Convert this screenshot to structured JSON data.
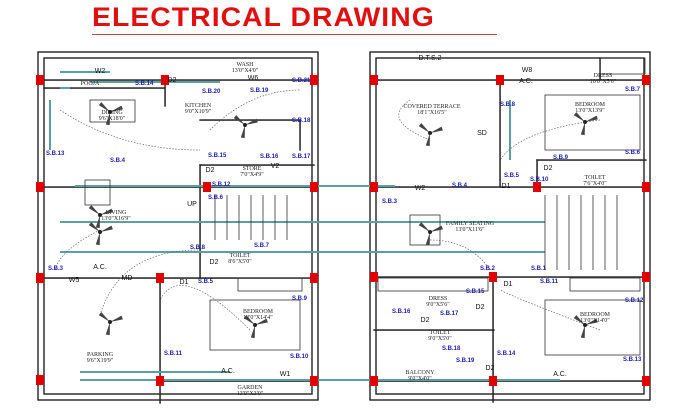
{
  "title": "ELECTRICAL DRAWING",
  "colors": {
    "title": "#e01010",
    "column": "#e00000",
    "switchboard": "#2020b0",
    "wall": "#222222",
    "window": "#5aa0a0",
    "wiring": "#555555"
  },
  "ground_floor": {
    "rooms": [
      {
        "name": "WASH",
        "size": "13'0\"X4'0\""
      },
      {
        "name": "POOJA",
        "size": ""
      },
      {
        "name": "DINING",
        "size": "9'6\"X18'0\""
      },
      {
        "name": "KITCHEN",
        "size": "9'0\"X10'9\""
      },
      {
        "name": "STORE",
        "size": "7'0\"X4'9\""
      },
      {
        "name": "LIVING",
        "size": "13'0\"X16'9\""
      },
      {
        "name": "TOILET",
        "size": "8'6\"X5'0\""
      },
      {
        "name": "BEDROOM",
        "size": "12'0\"X14'4\""
      },
      {
        "name": "PARKING",
        "size": "9'6\"X19'9\""
      },
      {
        "name": "GARDEN",
        "size": "13'0\"X3'0\""
      }
    ],
    "tags": [
      "W2",
      "D2",
      "W6",
      "D2",
      "D2",
      "D1",
      "MD",
      "W5",
      "A.C.",
      "A.C.",
      "W1",
      "UP",
      "V2"
    ],
    "switchboards": [
      "S.B.14",
      "S.B.20",
      "S.B.19",
      "S.B.21",
      "S.B.18",
      "S.B.13",
      "S.B.4",
      "S.B.15",
      "S.B.16",
      "S.B.17",
      "S.B.12",
      "S.B.6",
      "S.B.8",
      "S.B.7",
      "S.B.5",
      "S.B.9",
      "S.B.11",
      "S.B.10",
      "S.B.3"
    ]
  },
  "first_floor": {
    "rooms": [
      {
        "name": "COVERED TERRACE",
        "size": "18'1\"X16'5\""
      },
      {
        "name": "DRESS",
        "size": "10'0\"X5'6\""
      },
      {
        "name": "BEDROOM",
        "size": "13'0\"X13'9\""
      },
      {
        "name": "TOILET",
        "size": "7'6\"X4'0\""
      },
      {
        "name": "FAMILY SEATING",
        "size": "13'0\"X11'6\""
      },
      {
        "name": "DRESS",
        "size": "9'0\"X5'6\""
      },
      {
        "name": "TOILET",
        "size": "9'0\"X5'0\""
      },
      {
        "name": "BALCONY",
        "size": "9'0\"X4'0\""
      },
      {
        "name": "BEDROOM",
        "size": "13'0\"X14'0\""
      }
    ],
    "tags": [
      "SD",
      "W2",
      "W8",
      "A.C.",
      "D2",
      "D1",
      "D1",
      "D2",
      "D2",
      "D2",
      "A.C.",
      "D.T.S.2"
    ],
    "switchboards": [
      "S.B.8",
      "S.B.7",
      "S.B.6",
      "S.B.9",
      "S.B.5",
      "S.B.10",
      "S.B.4",
      "S.B.3",
      "S.B.2",
      "S.B.1",
      "S.B.11",
      "S.B.12",
      "S.B.16",
      "S.B.17",
      "S.B.15",
      "S.B.18",
      "S.B.19",
      "S.B.14",
      "S.B.13"
    ]
  }
}
